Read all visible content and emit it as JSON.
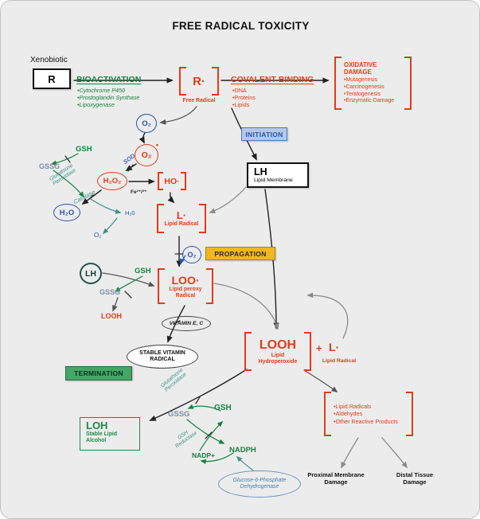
{
  "title": "FREE RADICAL TOXICITY",
  "xenobiotic": {
    "label": "Xenobiotic",
    "symbol": "R"
  },
  "bioactivation": {
    "heading": "BIOACTIVATION",
    "items": [
      "•Cytochrome P450",
      "•Prostoglandin Synthase",
      "•Lipoxygenase"
    ]
  },
  "free_radical": {
    "symbol": "R·",
    "caption": "Free Radical"
  },
  "covalent_binding": {
    "heading": "COVALENT BINDING",
    "items": [
      "•DNA",
      "•Proteins",
      "•Lipids"
    ]
  },
  "oxidative_damage": {
    "heading": "OXIDATIVE DAMAGE",
    "items": [
      "•Mutagenesis",
      "•Carcinogenesis",
      "•Teratogenesis",
      "•Enzymatic Damage"
    ]
  },
  "ros": {
    "o2": "O₂",
    "superoxide": "O₂",
    "superoxide_dot": "•",
    "sod": "SOD",
    "gsh": "GSH",
    "gssg": "GSSG",
    "glutathione_peroxidase_1": "Glutathione",
    "glutathione_peroxidase_2": "Peroxidase",
    "h2o2": "H₂O₂",
    "fenton": "Fe²⁺/³⁺",
    "hydroxyl": "HO·",
    "catalase": "Catalase",
    "h2o": "H₂O",
    "h2o_byproduct": "H₂0",
    "o2_byproduct": "O₂"
  },
  "stages": {
    "initiation": "INITIATION",
    "propagation": "PROPAGATION",
    "termination": "TERMINATION"
  },
  "lipid_membrane": {
    "symbol": "LH",
    "caption": "Lipid Membrane"
  },
  "lipid_radical": {
    "symbol": "L·",
    "caption": "Lipid Radical"
  },
  "propagation_o2": "O₂",
  "lh_cycle": {
    "symbol": "LH",
    "gsh": "GSH",
    "gssg": "GSSG",
    "looh": "LOOH"
  },
  "lipid_peroxy_radical": {
    "symbol": "LOO·",
    "caption1": "Lipid peroxy",
    "caption2": "Radical"
  },
  "vitamin": "VITAMIN E, C",
  "stable_vitamin_radical": {
    "line1": "STABLE VITAMIN",
    "line2": "RADICAL"
  },
  "lipid_hydroperoxide": {
    "symbol": "LOOH",
    "caption1": "Lipid",
    "caption2": "Hydroperoxide"
  },
  "plus_lipid_radical": {
    "plus": "+",
    "symbol": "L·",
    "caption": "Lipid Radical"
  },
  "loh": {
    "symbol": "LOH",
    "caption1": "Stable Lipid",
    "caption2": "Alcohol"
  },
  "regeneration": {
    "glutathione_peroxidase_1": "Glutathione",
    "glutathione_peroxidase_2": "Peroxidase",
    "gssg": "GSSG",
    "gsh": "GSH",
    "gsh_reductase_1": "GSH",
    "gsh_reductase_2": "Reductase",
    "nadp": "NADP+",
    "nadph": "NADPH",
    "g6pd_1": "Glucose-6-Phosphate",
    "g6pd_2": "Dehydrogenase"
  },
  "reactive_products": {
    "items": [
      "•Lipid Radicals",
      "•Aldehydes",
      "•Other Reactive Products"
    ]
  },
  "outcomes": {
    "proximal_1": "Proximal Membrane",
    "proximal_2": "Damage",
    "distal_1": "Distal Tissue",
    "distal_2": "Damage"
  }
}
